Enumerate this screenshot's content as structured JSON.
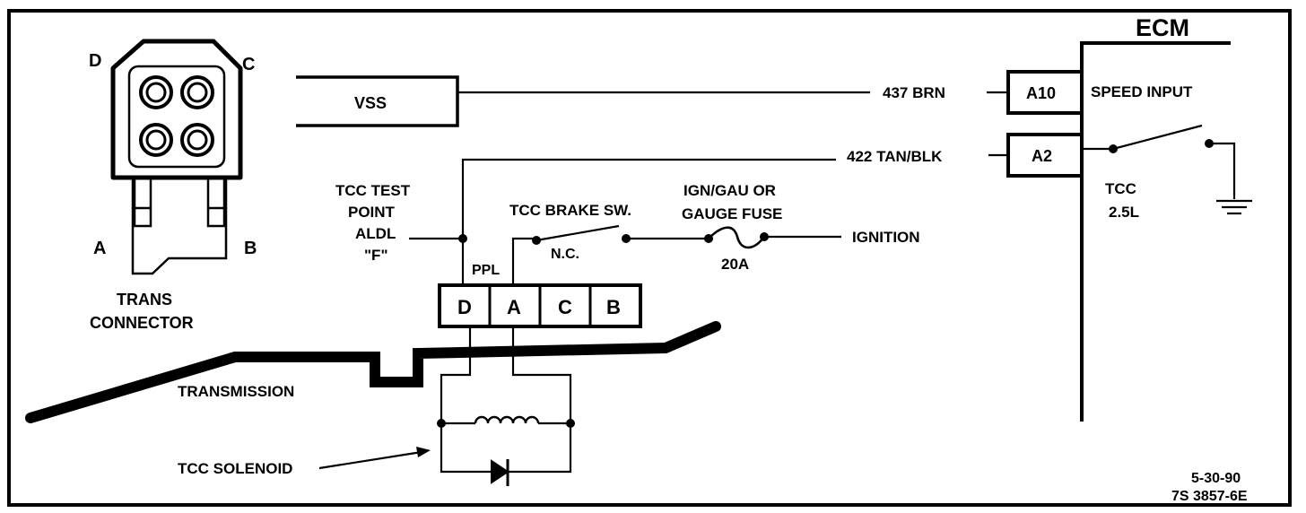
{
  "colors": {
    "ink": "#000000",
    "background": "#ffffff"
  },
  "ecm": {
    "title": "ECM",
    "pin_a10": "A10",
    "pin_a2": "A2",
    "speed_input": "SPEED INPUT",
    "tcc_line1": "TCC",
    "tcc_line2": "2.5L"
  },
  "vss": {
    "label": "VSS"
  },
  "wires": {
    "brn": "437 BRN",
    "tan_blk": "422 TAN/BLK",
    "ppl": "PPL"
  },
  "test_point": {
    "line1": "TCC TEST",
    "line2": "POINT",
    "line3": "ALDL",
    "line4": "\"F\""
  },
  "brake_switch": {
    "label": "TCC BRAKE SW.",
    "state": "N.C."
  },
  "fuse": {
    "line1": "IGN/GAU OR",
    "line2": "GAUGE FUSE",
    "rating": "20A"
  },
  "ignition": "IGNITION",
  "connector_pins": [
    "D",
    "A",
    "C",
    "B"
  ],
  "trans_connector": {
    "corner_d": "D",
    "corner_c": "C",
    "corner_a": "A",
    "corner_b": "B",
    "line1": "TRANS",
    "line2": "CONNECTOR"
  },
  "transmission": "TRANSMISSION",
  "solenoid": "TCC SOLENOID",
  "footer": {
    "date": "5-30-90",
    "code": "7S 3857-6E"
  }
}
